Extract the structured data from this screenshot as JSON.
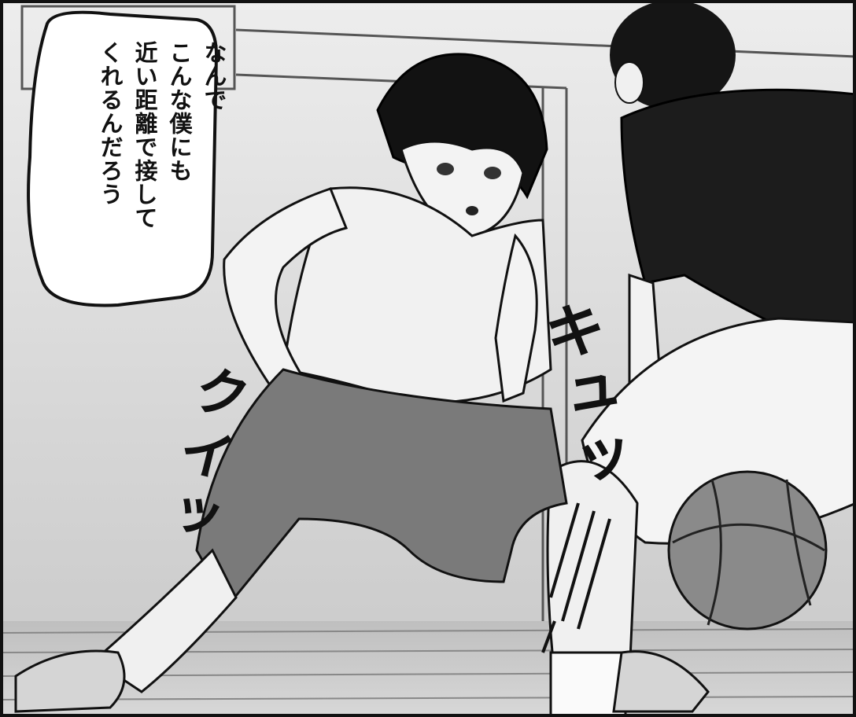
{
  "speech_balloon": {
    "lines": [
      "なんで",
      "こんな僕にも",
      "近い距離で接して",
      "くれるんだろう"
    ]
  },
  "sound_effects": {
    "left": "クイッ",
    "right": "キュッ"
  },
  "colors": {
    "ink": "#111111",
    "paper": "#ffffff",
    "background_gray": "#d9d9d9",
    "shorts_gray": "#7a7a7a",
    "shirt_black": "#1c1c1c",
    "skin": "#f2f2f2"
  }
}
